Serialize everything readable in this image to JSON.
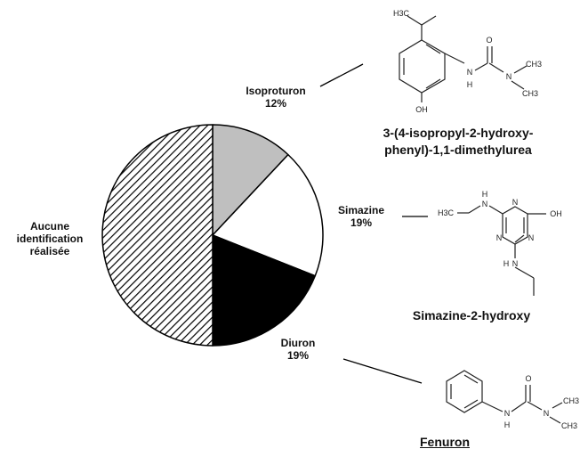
{
  "chart_data": {
    "type": "pie",
    "title": "",
    "slices": [
      {
        "label": "Isoproturon",
        "value": 12,
        "value_label": "12%",
        "color": "#bfbfbf"
      },
      {
        "label": "Simazine",
        "value": 19,
        "value_label": "19%",
        "color": "#ffffff"
      },
      {
        "label": "Diuron",
        "value": 19,
        "value_label": "19%",
        "color": "#000000"
      },
      {
        "label": "Aucune identification réalisée",
        "value": 50,
        "color": "#ffffff",
        "pattern": "diagonal-hatch"
      }
    ],
    "other_label_lines": [
      "Aucune",
      "identification",
      "réalisée"
    ],
    "legend": "none"
  },
  "metabolites": [
    {
      "name_lines": [
        "3-(4-isopropyl-2-hydroxy-",
        "phenyl)-1,1-dimethylurea"
      ],
      "atoms": {
        "h3c": "H3C",
        "oh": "OH",
        "o": "O",
        "n1": "N",
        "h": "H",
        "n2": "N",
        "ch3a": "CH3",
        "ch3b": "CH3"
      }
    },
    {
      "name": "Simazine-2-hydroxy",
      "atoms": {
        "h3c": "H3C",
        "nh1": "N",
        "h1": "H",
        "n_top": "N",
        "oh": "OH",
        "n_left": "N",
        "n_bottom": "N",
        "nh2": "N",
        "h2": "H"
      }
    },
    {
      "name": "Fenuron",
      "atoms": {
        "o": "O",
        "n1": "N",
        "h": "H",
        "n2": "N",
        "ch3a": "CH3",
        "ch3b": "CH3"
      }
    }
  ]
}
